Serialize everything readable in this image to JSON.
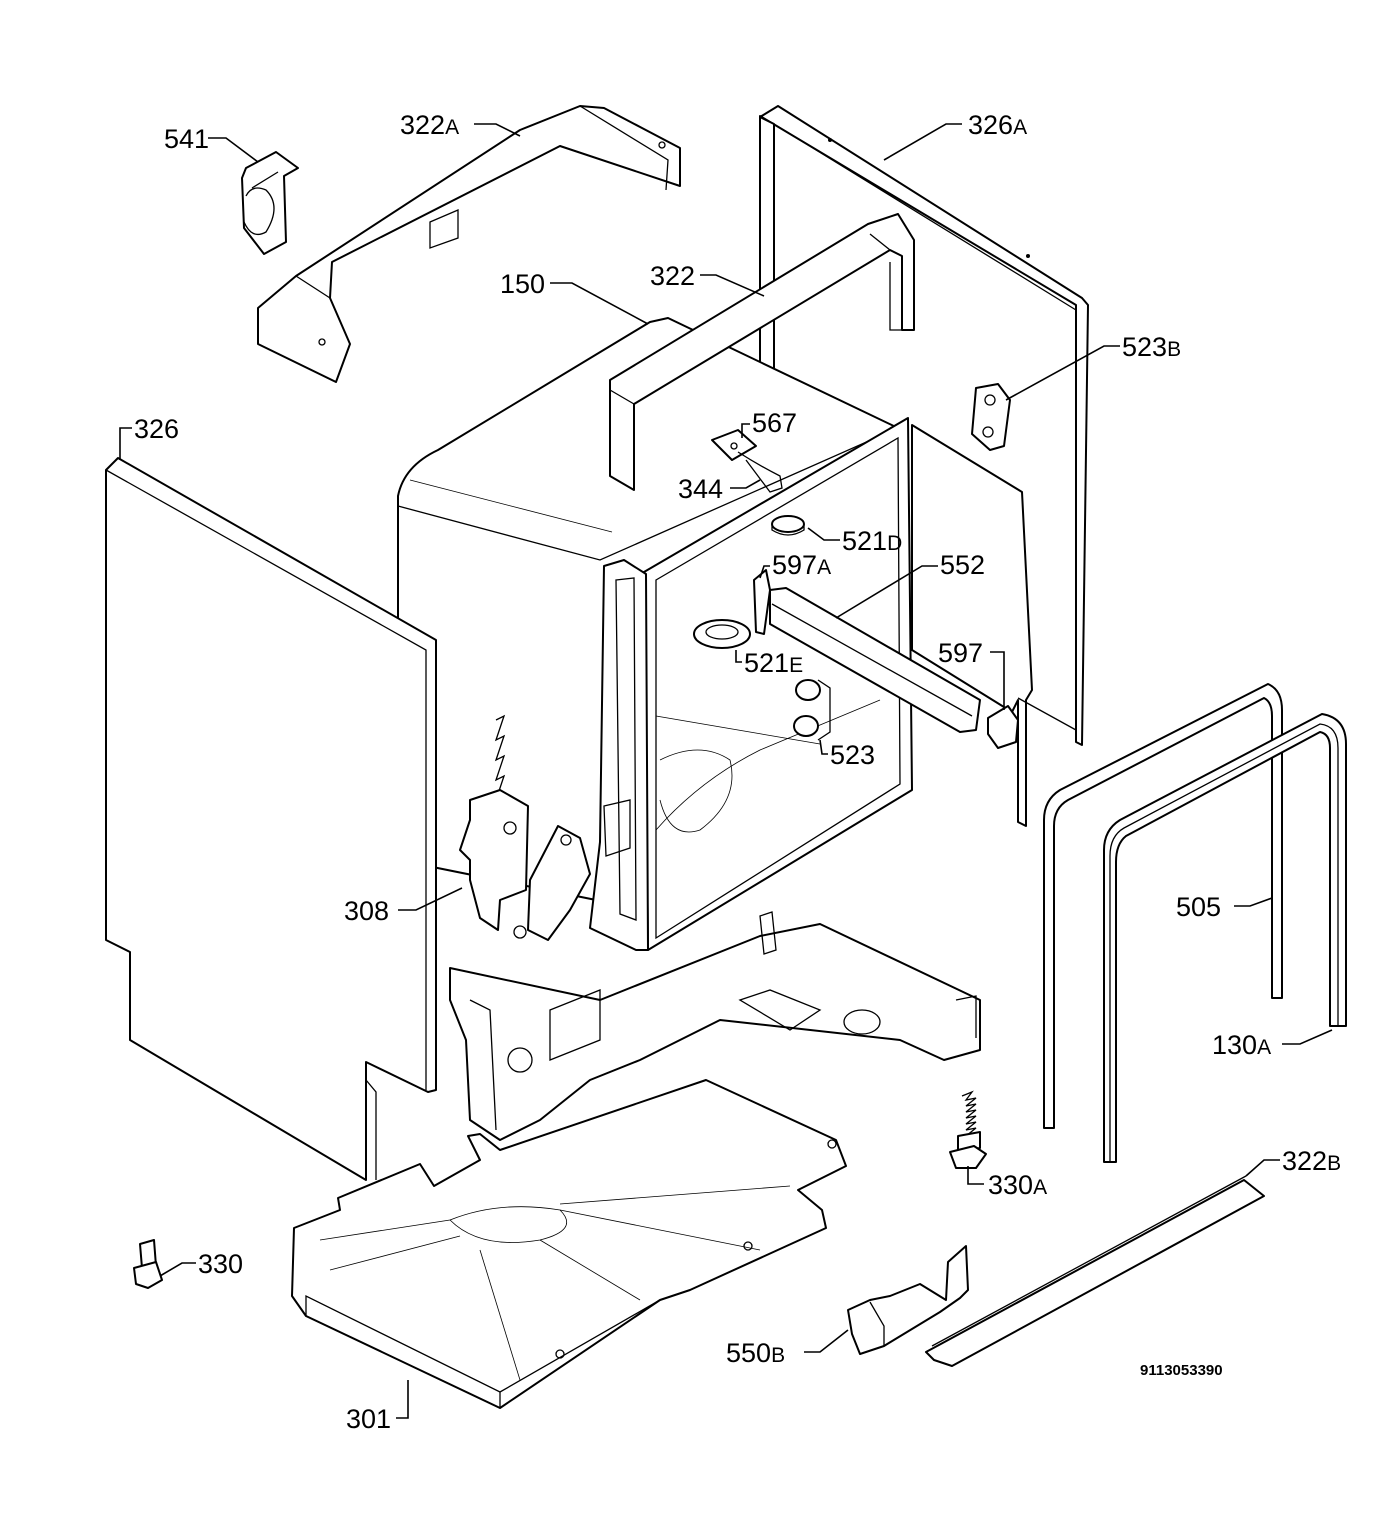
{
  "drawing_number": "9113053390",
  "callouts": {
    "c541": {
      "num": "541",
      "suffix": ""
    },
    "c322A": {
      "num": "322",
      "suffix": "A"
    },
    "c326A": {
      "num": "326",
      "suffix": "A"
    },
    "c150": {
      "num": "150",
      "suffix": ""
    },
    "c322": {
      "num": "322",
      "suffix": ""
    },
    "c523B": {
      "num": "523",
      "suffix": "B"
    },
    "c326": {
      "num": "326",
      "suffix": ""
    },
    "c567": {
      "num": "567",
      "suffix": ""
    },
    "c344": {
      "num": "344",
      "suffix": ""
    },
    "c521D": {
      "num": "521",
      "suffix": "D"
    },
    "c597A": {
      "num": "597",
      "suffix": "A"
    },
    "c552": {
      "num": "552",
      "suffix": ""
    },
    "c521E": {
      "num": "521",
      "suffix": "E"
    },
    "c597": {
      "num": "597",
      "suffix": ""
    },
    "c523": {
      "num": "523",
      "suffix": ""
    },
    "c308": {
      "num": "308",
      "suffix": ""
    },
    "c505": {
      "num": "505",
      "suffix": ""
    },
    "c130A": {
      "num": "130",
      "suffix": "A"
    },
    "c330A": {
      "num": "330",
      "suffix": "A"
    },
    "c322B": {
      "num": "322",
      "suffix": "B"
    },
    "c330": {
      "num": "330",
      "suffix": ""
    },
    "c550B": {
      "num": "550",
      "suffix": "B"
    },
    "c301": {
      "num": "301",
      "suffix": ""
    }
  }
}
